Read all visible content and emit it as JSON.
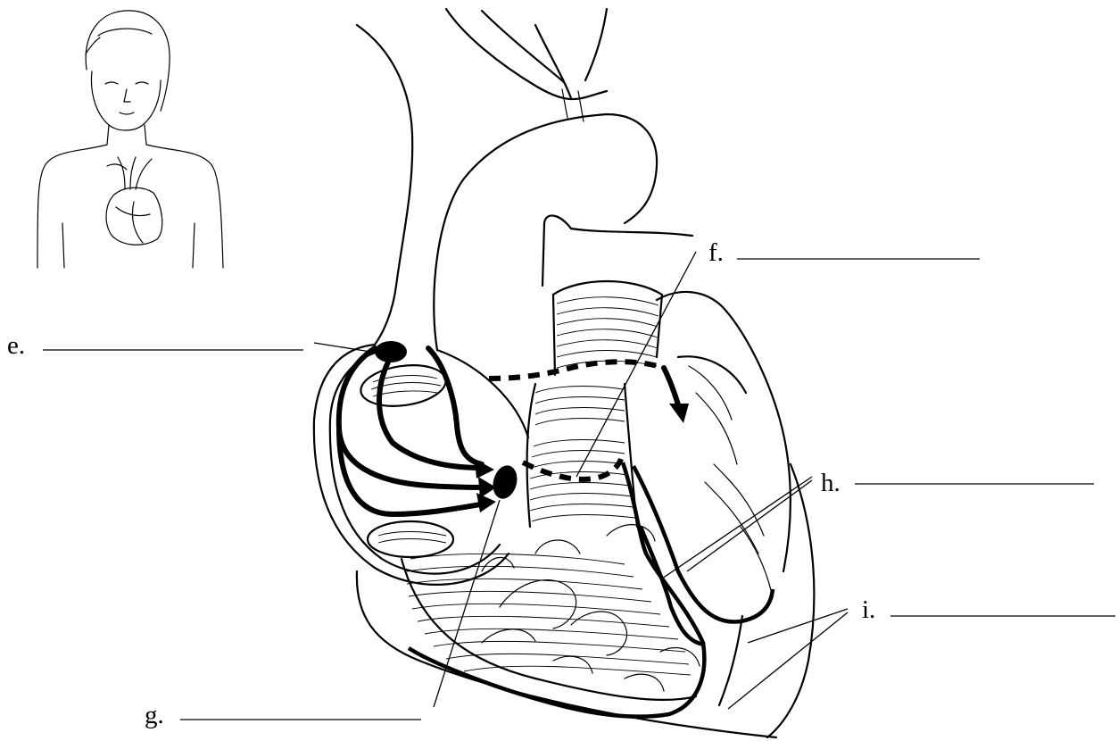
{
  "labels": {
    "e": "e.",
    "f": "f.",
    "g": "g.",
    "h": "h.",
    "i": "i."
  },
  "icons": {
    "orientation_figure": "human-torso-with-heart",
    "main_figure": "heart-conduction-system-cross-section"
  }
}
